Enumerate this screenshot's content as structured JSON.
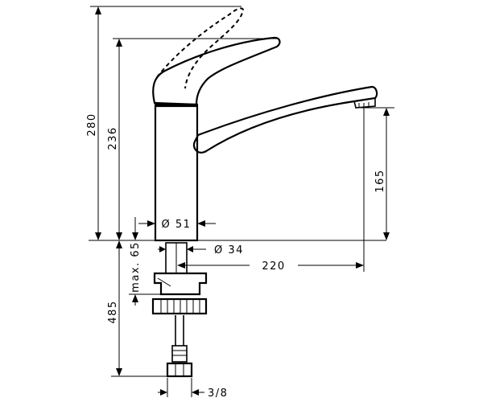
{
  "dimensions": {
    "total_height": "280",
    "spout_height": "236",
    "outlet_height": "165",
    "reach": "220",
    "body_diameter": "Ø 51",
    "hole_diameter": "Ø 34",
    "max_thickness": "max. 65",
    "hose_length": "485",
    "connection": "3/8"
  }
}
